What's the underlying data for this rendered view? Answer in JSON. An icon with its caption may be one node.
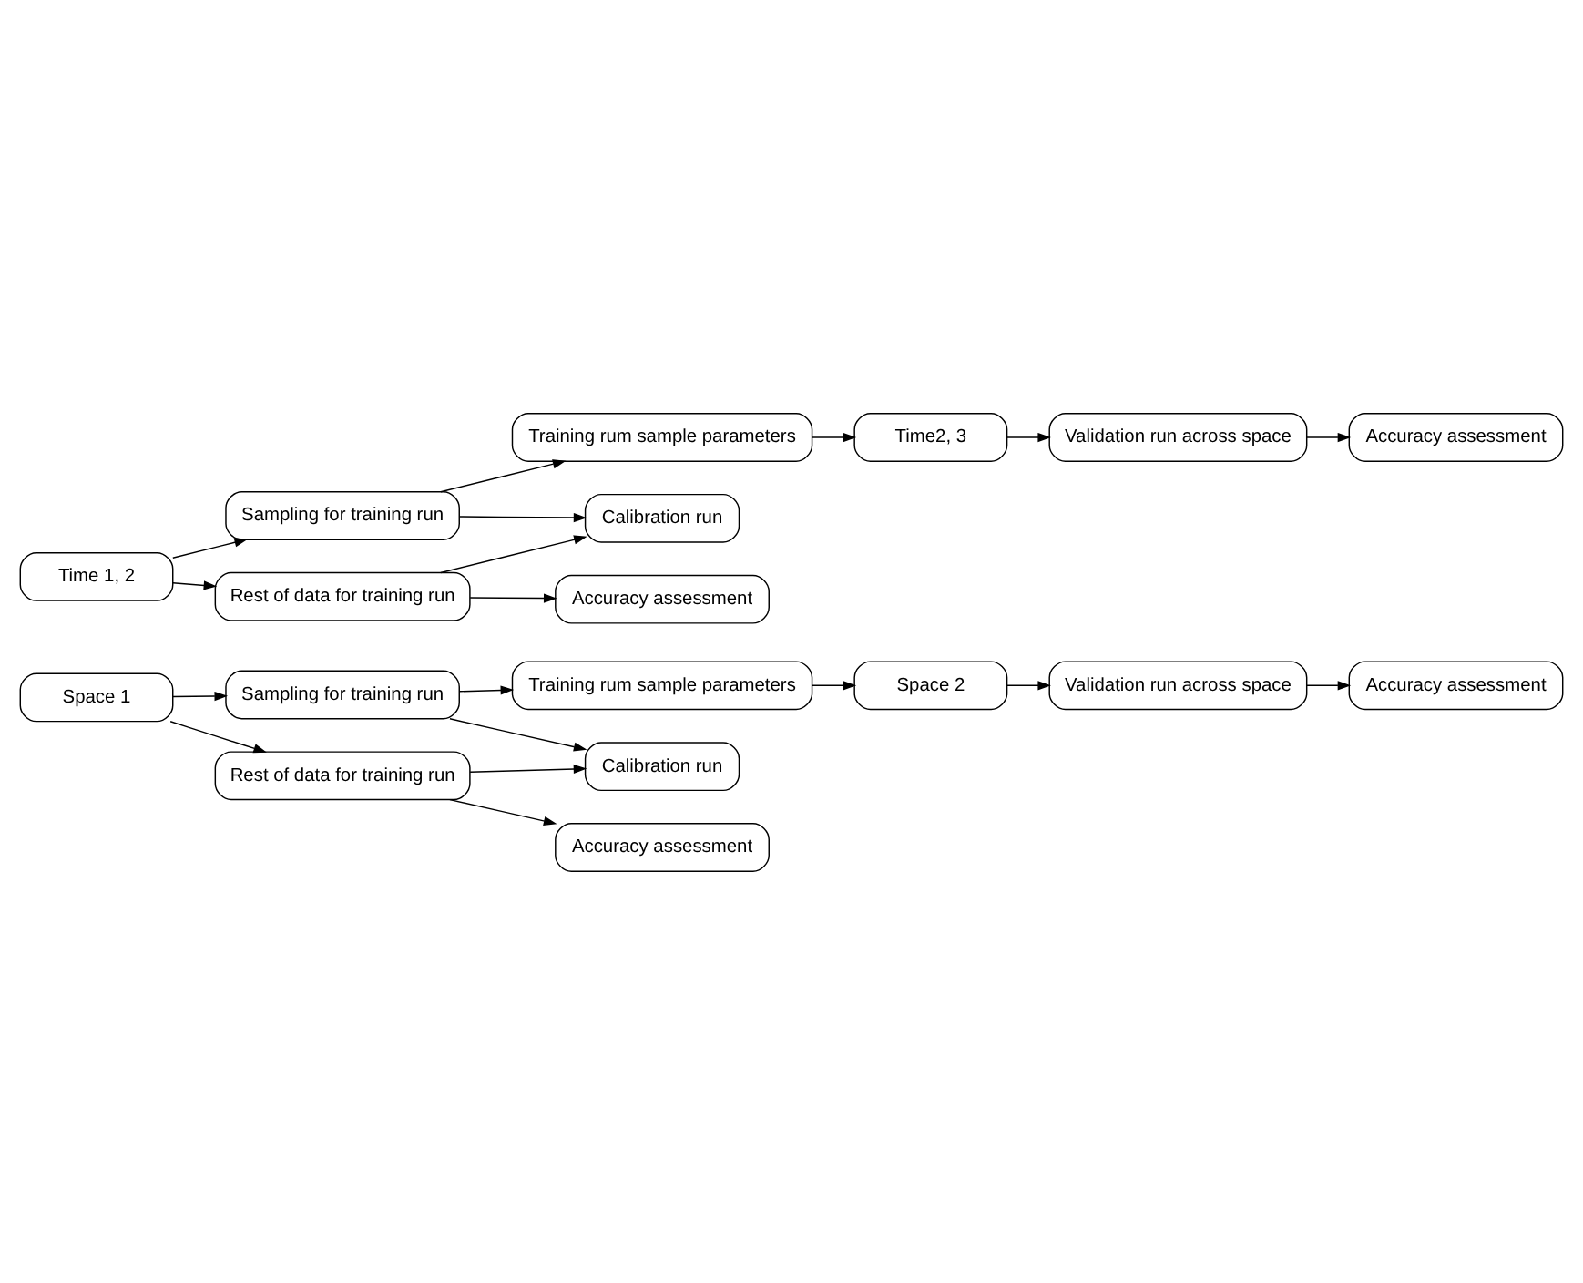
{
  "diagram": {
    "nodes": [
      {
        "text": [
          "Space 1"
        ]
      },
      {
        "text": [
          "Sampling for training run"
        ]
      },
      {
        "text": [
          "Training rum sample parameters"
        ]
      },
      {
        "text": [
          "Space 2"
        ]
      },
      {
        "text": [
          "Calibration run"
        ]
      },
      {
        "text": [
          "Rest of data for training run"
        ]
      },
      {
        "text": [
          "Accuracy assessment"
        ]
      },
      {
        "text": [
          "Validation run across space"
        ]
      },
      {
        "text": [
          "Accuracy assessment"
        ]
      },
      {
        "text": [
          "Time 1, 2"
        ]
      },
      {
        "text": [
          "Sampling for training run"
        ]
      },
      {
        "text": [
          "Training rum sample parameters"
        ]
      },
      {
        "text": [
          "Time2, 3"
        ]
      },
      {
        "text": [
          "Calibration run"
        ]
      },
      {
        "text": [
          "Rest of data for training run"
        ]
      },
      {
        "text": [
          "Accuracy assessment"
        ]
      },
      {
        "text": [
          "Validation run across space"
        ]
      },
      {
        "text": [
          "Accuracy assessment"
        ]
      }
    ],
    "edges": [
      {
        "from": 0,
        "to": 1,
        "arrow": "to"
      },
      {
        "from": 0,
        "to": 5,
        "arrow": "to"
      },
      {
        "from": 1,
        "to": 2,
        "arrow": "to"
      },
      {
        "from": 2,
        "to": 3,
        "arrow": "to"
      },
      {
        "from": 1,
        "to": 4,
        "arrow": "to"
      },
      {
        "from": 5,
        "to": 4,
        "arrow": "to"
      },
      {
        "from": 5,
        "to": 6,
        "arrow": "to"
      },
      {
        "from": 3,
        "to": 7,
        "arrow": "to"
      },
      {
        "from": 7,
        "to": 8,
        "arrow": "to"
      },
      {
        "from": 9,
        "to": 10,
        "arrow": "to"
      },
      {
        "from": 9,
        "to": 14,
        "arrow": "to"
      },
      {
        "from": 10,
        "to": 11,
        "arrow": "to"
      },
      {
        "from": 11,
        "to": 12,
        "arrow": "to"
      },
      {
        "from": 10,
        "to": 13,
        "arrow": "to"
      },
      {
        "from": 14,
        "to": 13,
        "arrow": "to"
      },
      {
        "from": 14,
        "to": 15,
        "arrow": "to"
      },
      {
        "from": 12,
        "to": 16,
        "arrow": "to"
      },
      {
        "from": 16,
        "to": 17,
        "arrow": "to"
      }
    ]
  }
}
